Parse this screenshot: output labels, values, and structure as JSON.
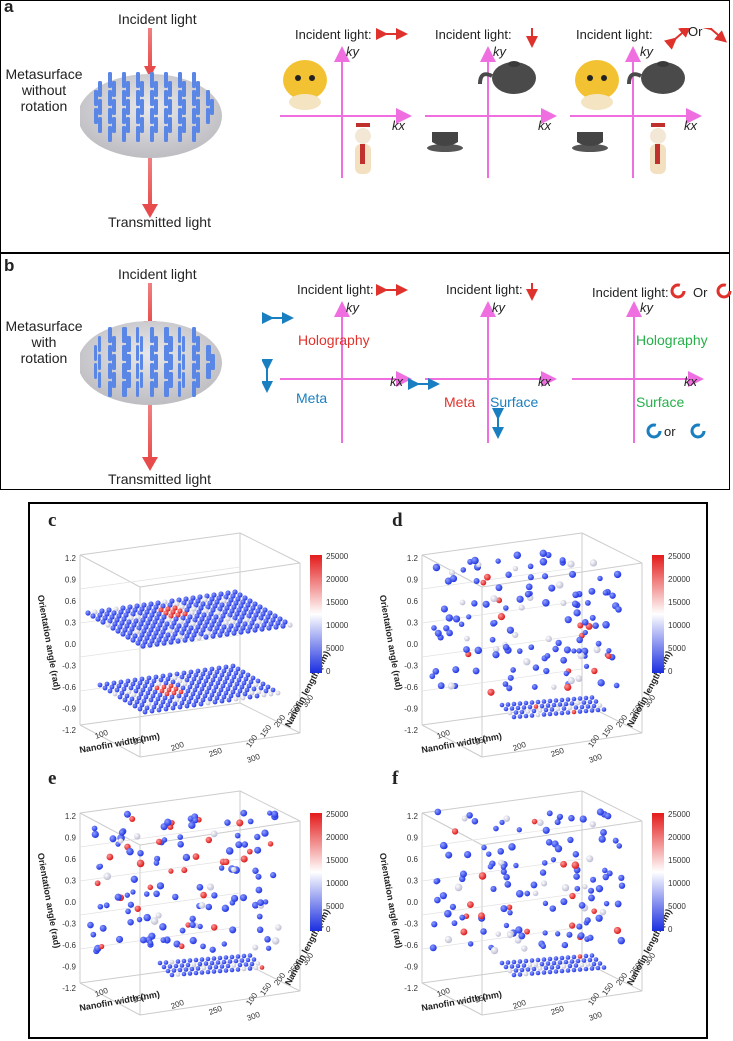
{
  "panel_a": {
    "label": "a",
    "incident_light": "Incident light",
    "metasurface": [
      "Metasurface",
      "without",
      "rotation"
    ],
    "transmitted_light": "Transmitted light",
    "quadrants": [
      {
        "incident": "Incident light:",
        "ky": "ky",
        "kx": "kx"
      },
      {
        "incident": "Incident light:",
        "ky": "ky",
        "kx": "kx"
      },
      {
        "incident": "Incident light:",
        "or_label": "Or",
        "ky": "ky",
        "kx": "kx"
      }
    ]
  },
  "panel_b": {
    "label": "b",
    "incident_light": "Incident light",
    "metasurface": [
      "Metasurface",
      "with",
      "rotation"
    ],
    "transmitted_light": "Transmitted light",
    "quadrants": [
      {
        "incident": "Incident light:",
        "ky": "ky",
        "kx": "kx",
        "word1": "Holography",
        "word2": "Meta"
      },
      {
        "incident": "Incident light:",
        "ky": "ky",
        "kx": "kx",
        "word1": "Meta",
        "word2": "Surface"
      },
      {
        "incident": "Incident light:",
        "or_label": "Or",
        "ky": "ky",
        "kx": "kx",
        "word1": "Holography",
        "word2": "Surface",
        "or_bottom": "or"
      }
    ]
  },
  "plots": {
    "labels": [
      "c",
      "d",
      "e",
      "f"
    ],
    "z_axis_title": "Orientation angle (rad)",
    "x_axis_title": "Nanofin width (nm)",
    "y_axis_title": "Nanofin length (nm)",
    "z_ticks": [
      "1.2",
      "0.9",
      "0.6",
      "0.3",
      "0.0",
      "-0.3",
      "-0.6",
      "-0.9",
      "-1.2"
    ],
    "x_ticks": [
      "100",
      "150",
      "200",
      "250",
      "300"
    ],
    "y_ticks": [
      "100",
      "150",
      "200",
      "250",
      "300"
    ],
    "colorbar_ticks": [
      "25000",
      "20000",
      "15000",
      "10000",
      "5000",
      "0"
    ],
    "colors": {
      "low": "#1a2ee0",
      "mid": "#ffffff",
      "high": "#e41b1b"
    }
  }
}
